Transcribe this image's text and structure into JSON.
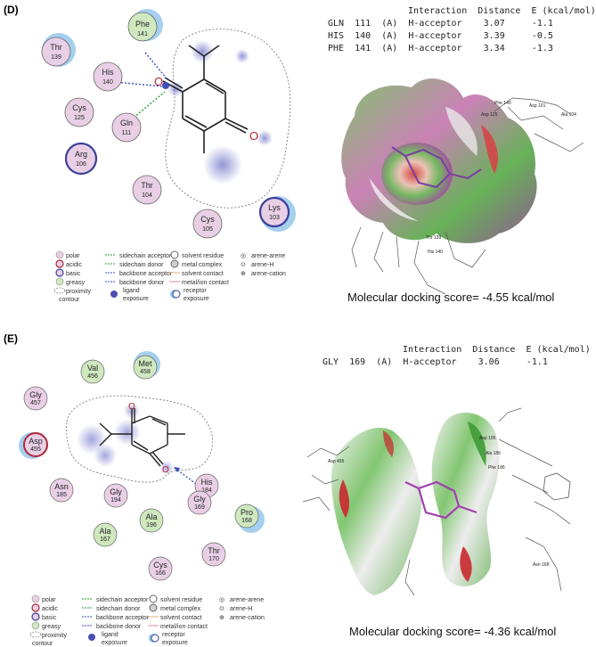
{
  "panels": [
    {
      "label": "(D)",
      "table_header": [
        "Interaction",
        "Distance",
        "E (kcal/mol)"
      ],
      "rows": [
        [
          "GLN",
          "111",
          "(A)",
          "H-acceptor",
          "3.07",
          "-1.1"
        ],
        [
          "HIS",
          "140",
          "(A)",
          "H-acceptor",
          "3.39",
          "-0.5"
        ],
        [
          "PHE",
          "141",
          "(A)",
          "H-acceptor",
          "3.34",
          "-1.3"
        ]
      ],
      "score": "Molecular docking score= -4.55 kcal/mol",
      "residues": [
        {
          "name": "Phe",
          "num": "141"
        },
        {
          "name": "Thr",
          "num": "139"
        },
        {
          "name": "His",
          "num": "140"
        },
        {
          "name": "Cys",
          "num": "125"
        },
        {
          "name": "Gln",
          "num": "111"
        },
        {
          "name": "Arg",
          "num": "106"
        },
        {
          "name": "Thr",
          "num": "104"
        },
        {
          "name": "Cys",
          "num": "105"
        },
        {
          "name": "Lys",
          "num": "103"
        }
      ],
      "surface_labels": [
        "Asp 125",
        "Phe 140",
        "Asp 101",
        "Ala 104",
        "Thr 139",
        "His 140"
      ]
    },
    {
      "label": "(E)",
      "table_header": [
        "Interaction",
        "Distance",
        "E (kcal/mol)"
      ],
      "rows": [
        [
          "GLY",
          "169",
          "(A)",
          "H-acceptor",
          "3.06",
          "-1.1"
        ]
      ],
      "score": "Molecular docking score= -4.36 kcal/mol",
      "residues": [
        {
          "name": "Val",
          "num": "456"
        },
        {
          "name": "Met",
          "num": "458"
        },
        {
          "name": "Gly",
          "num": "457"
        },
        {
          "name": "Asp",
          "num": "455"
        },
        {
          "name": "His",
          "num": "184"
        },
        {
          "name": "Asn",
          "num": "185"
        },
        {
          "name": "Gly",
          "num": "194"
        },
        {
          "name": "Gly",
          "num": "169"
        },
        {
          "name": "Pro",
          "num": "168"
        },
        {
          "name": "Ala",
          "num": "196"
        },
        {
          "name": "Ala",
          "num": "167"
        },
        {
          "name": "Thr",
          "num": "170"
        },
        {
          "name": "Cys",
          "num": "166"
        }
      ],
      "surface_labels": [
        "Asp 195",
        "Ala 186",
        "Asp 455",
        "Phe 186",
        "Asn 168"
      ]
    }
  ],
  "legend": {
    "col1": [
      "polar",
      "acidic",
      "basic",
      "greasy",
      "proximity",
      "contour"
    ],
    "col2": [
      "sidechain acceptor",
      "sidechain donor",
      "backbone acceptor",
      "backbone donor",
      "ligand",
      "exposure"
    ],
    "col3": [
      "solvent residue",
      "metal complex",
      "solvent contact",
      "metal/ion contact",
      "receptor",
      "exposure"
    ],
    "col4": [
      "arene-arene",
      "arene-H",
      "arene-cation"
    ]
  },
  "colors": {
    "polar": "#e9cfe6",
    "greasy": "#cfe8bf",
    "acidic_ring": "#b0283c",
    "basic_ring": "#3a3f9a",
    "exposure": "#8fc3ea",
    "hbond_backbone": "#3a4fb8",
    "hbond_sidechain": "#2e9a2e"
  }
}
